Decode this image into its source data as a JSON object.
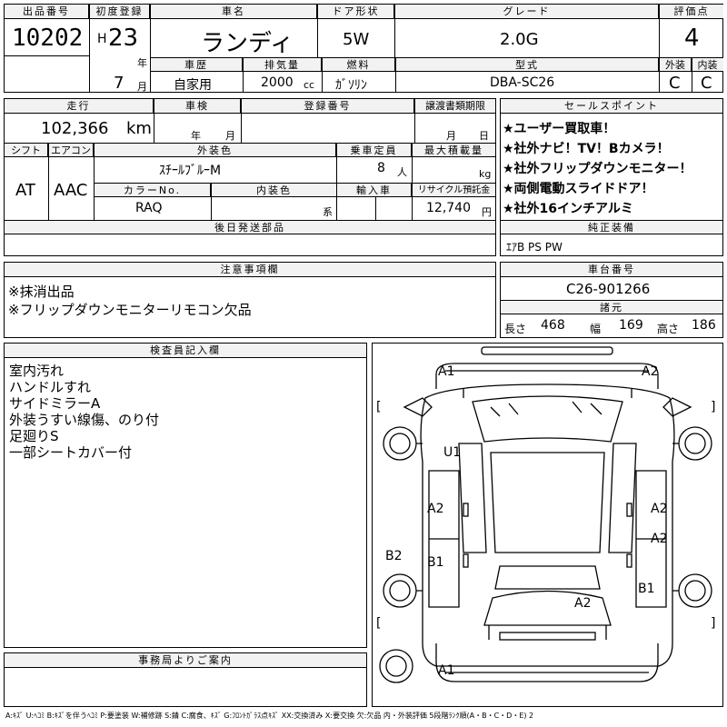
{
  "header_row": {
    "lot_label": "出品番号",
    "lot_no": "10202",
    "first_reg_label": "初度登録",
    "era": "H",
    "year": "23",
    "year_unit": "年",
    "month": "7",
    "month_unit": "月",
    "car_name_label": "車名",
    "car_name": "ランディ",
    "door_label": "ドア形状",
    "door": "5W",
    "grade_label": "グレード",
    "grade": "2.0G",
    "score_label": "評価点",
    "score": "4",
    "history_label": "車歴",
    "history": "自家用",
    "displacement_label": "排気量",
    "displacement": "2000",
    "displacement_unit": "cc",
    "fuel_label": "燃料",
    "fuel": "ｶﾞｿﾘﾝ",
    "model_label": "型式",
    "model": "DBA-SC26",
    "ext_label": "外装",
    "ext_grade": "C",
    "int_label": "内装",
    "int_grade": "C"
  },
  "row2": {
    "mileage_label": "走行",
    "mileage": "102,366",
    "mileage_unit": "km",
    "inspection_label": "車検",
    "inspection_year": "年",
    "inspection_month": "月",
    "plate_label": "登録番号",
    "transfer_label": "譲渡書類期限",
    "transfer_month": "月",
    "transfer_day": "日"
  },
  "row3": {
    "shift_label": "シフト",
    "shift": "AT",
    "ac_label": "エアコン",
    "ac": "AAC",
    "color_label": "外装色",
    "color": "ｽﾁｰﾙﾌﾞﾙｰM",
    "capacity_label": "乗車定員",
    "capacity": "8",
    "capacity_unit": "人",
    "load_label": "最大積載量",
    "load_unit": "kg",
    "color_no_label": "カラーNo.",
    "color_no": "RAQ",
    "interior_label": "内装色",
    "interior_unit": "系",
    "import_label": "輸入車",
    "recycle_label": "リサイクル預託金",
    "recycle": "12,740",
    "recycle_unit": "円"
  },
  "later_parts_label": "後日発送部品",
  "sales_points": {
    "label": "セールスポイント",
    "items": [
      "★ユーザー買取車！",
      "★社外ナビ！TV！Bカメラ！",
      "★社外フリップダウンモニター！",
      "★両側電動スライドドア！",
      "★社外16インチアルミ"
    ]
  },
  "equipment": {
    "label": "純正装備",
    "value": "ｴｱB PS PW"
  },
  "notes": {
    "label": "注意事項欄",
    "items": [
      "※抹消出品",
      "※フリップダウンモニターリモコン欠品"
    ]
  },
  "chassis": {
    "label": "車台番号",
    "value": "C26-901266",
    "dims_label": "諸元",
    "length_label": "長さ",
    "length": "468",
    "width_label": "幅",
    "width": "169",
    "height_label": "高さ",
    "height": "186"
  },
  "inspector": {
    "label": "検査員記入欄",
    "lines": [
      "室内汚れ",
      "ハンドルすれ",
      "サイドミラーA",
      "外装うすい線傷、のり付",
      "足廻りS",
      "一部シートカバー付"
    ]
  },
  "office": {
    "label": "事務局よりご案内"
  },
  "damage": {
    "a1_top": "A1",
    "a2_top": "A2",
    "u1": "U1",
    "a2_left": "A2",
    "a2_right": "A2",
    "a2_right2": "A2",
    "b2": "B2",
    "b1_left": "B1",
    "b1_right": "B1",
    "a2_rear": "A2",
    "a1_bottom": "A1",
    "bracket_l1": "[",
    "bracket_r1": "]",
    "bracket_l2": "[",
    "bracket_r2": "]"
  },
  "legend": "A:ｷｽﾞ U:ﾍｺﾐ B:ｷｽﾞを伴うﾍｺﾐ P:要塗装 W:補修跡 S:錆 C:腐食、ｷｽﾞ G:ﾌﾛﾝﾄｶﾞﾗｽ点ｷｽﾞ XX:交換済み X:要交換 欠:欠品 内・外装評価 5段階ﾗﾝｸ順(A・B・C・D・E) 2"
}
